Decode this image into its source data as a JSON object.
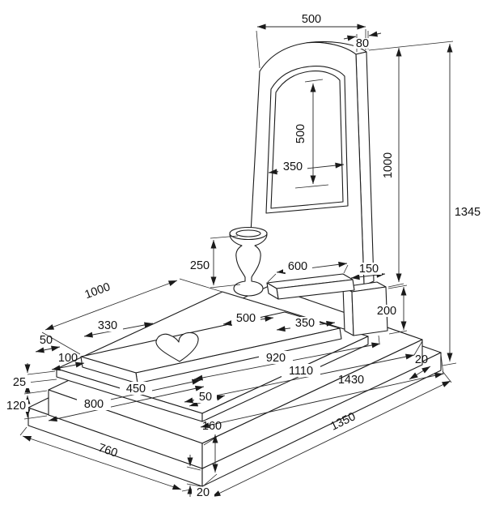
{
  "drawing": {
    "dims": {
      "stele_width": "500",
      "stele_thickness": "80",
      "panel_height": "500",
      "panel_width": "350",
      "stele_height": "1000",
      "total_height": "1345",
      "vase_height": "250",
      "shelf_length": "600",
      "stand_depth": "150",
      "stand_height": "200",
      "slab_length": "1000",
      "heart_offset": "330",
      "slab_width": "500",
      "heart_width": "350",
      "ledge_front": "50",
      "ledge_side": "100",
      "bed_length": "920",
      "mid_length": "1110",
      "base_length": "1430",
      "edge_right": "20",
      "trim_height": "25",
      "step_length": "450",
      "step_depth": "50",
      "base_height": "120",
      "step_width": "800",
      "corner_height": "160",
      "plinth_depth": "760",
      "plinth_length": "1350",
      "plinth_height": "20"
    }
  }
}
